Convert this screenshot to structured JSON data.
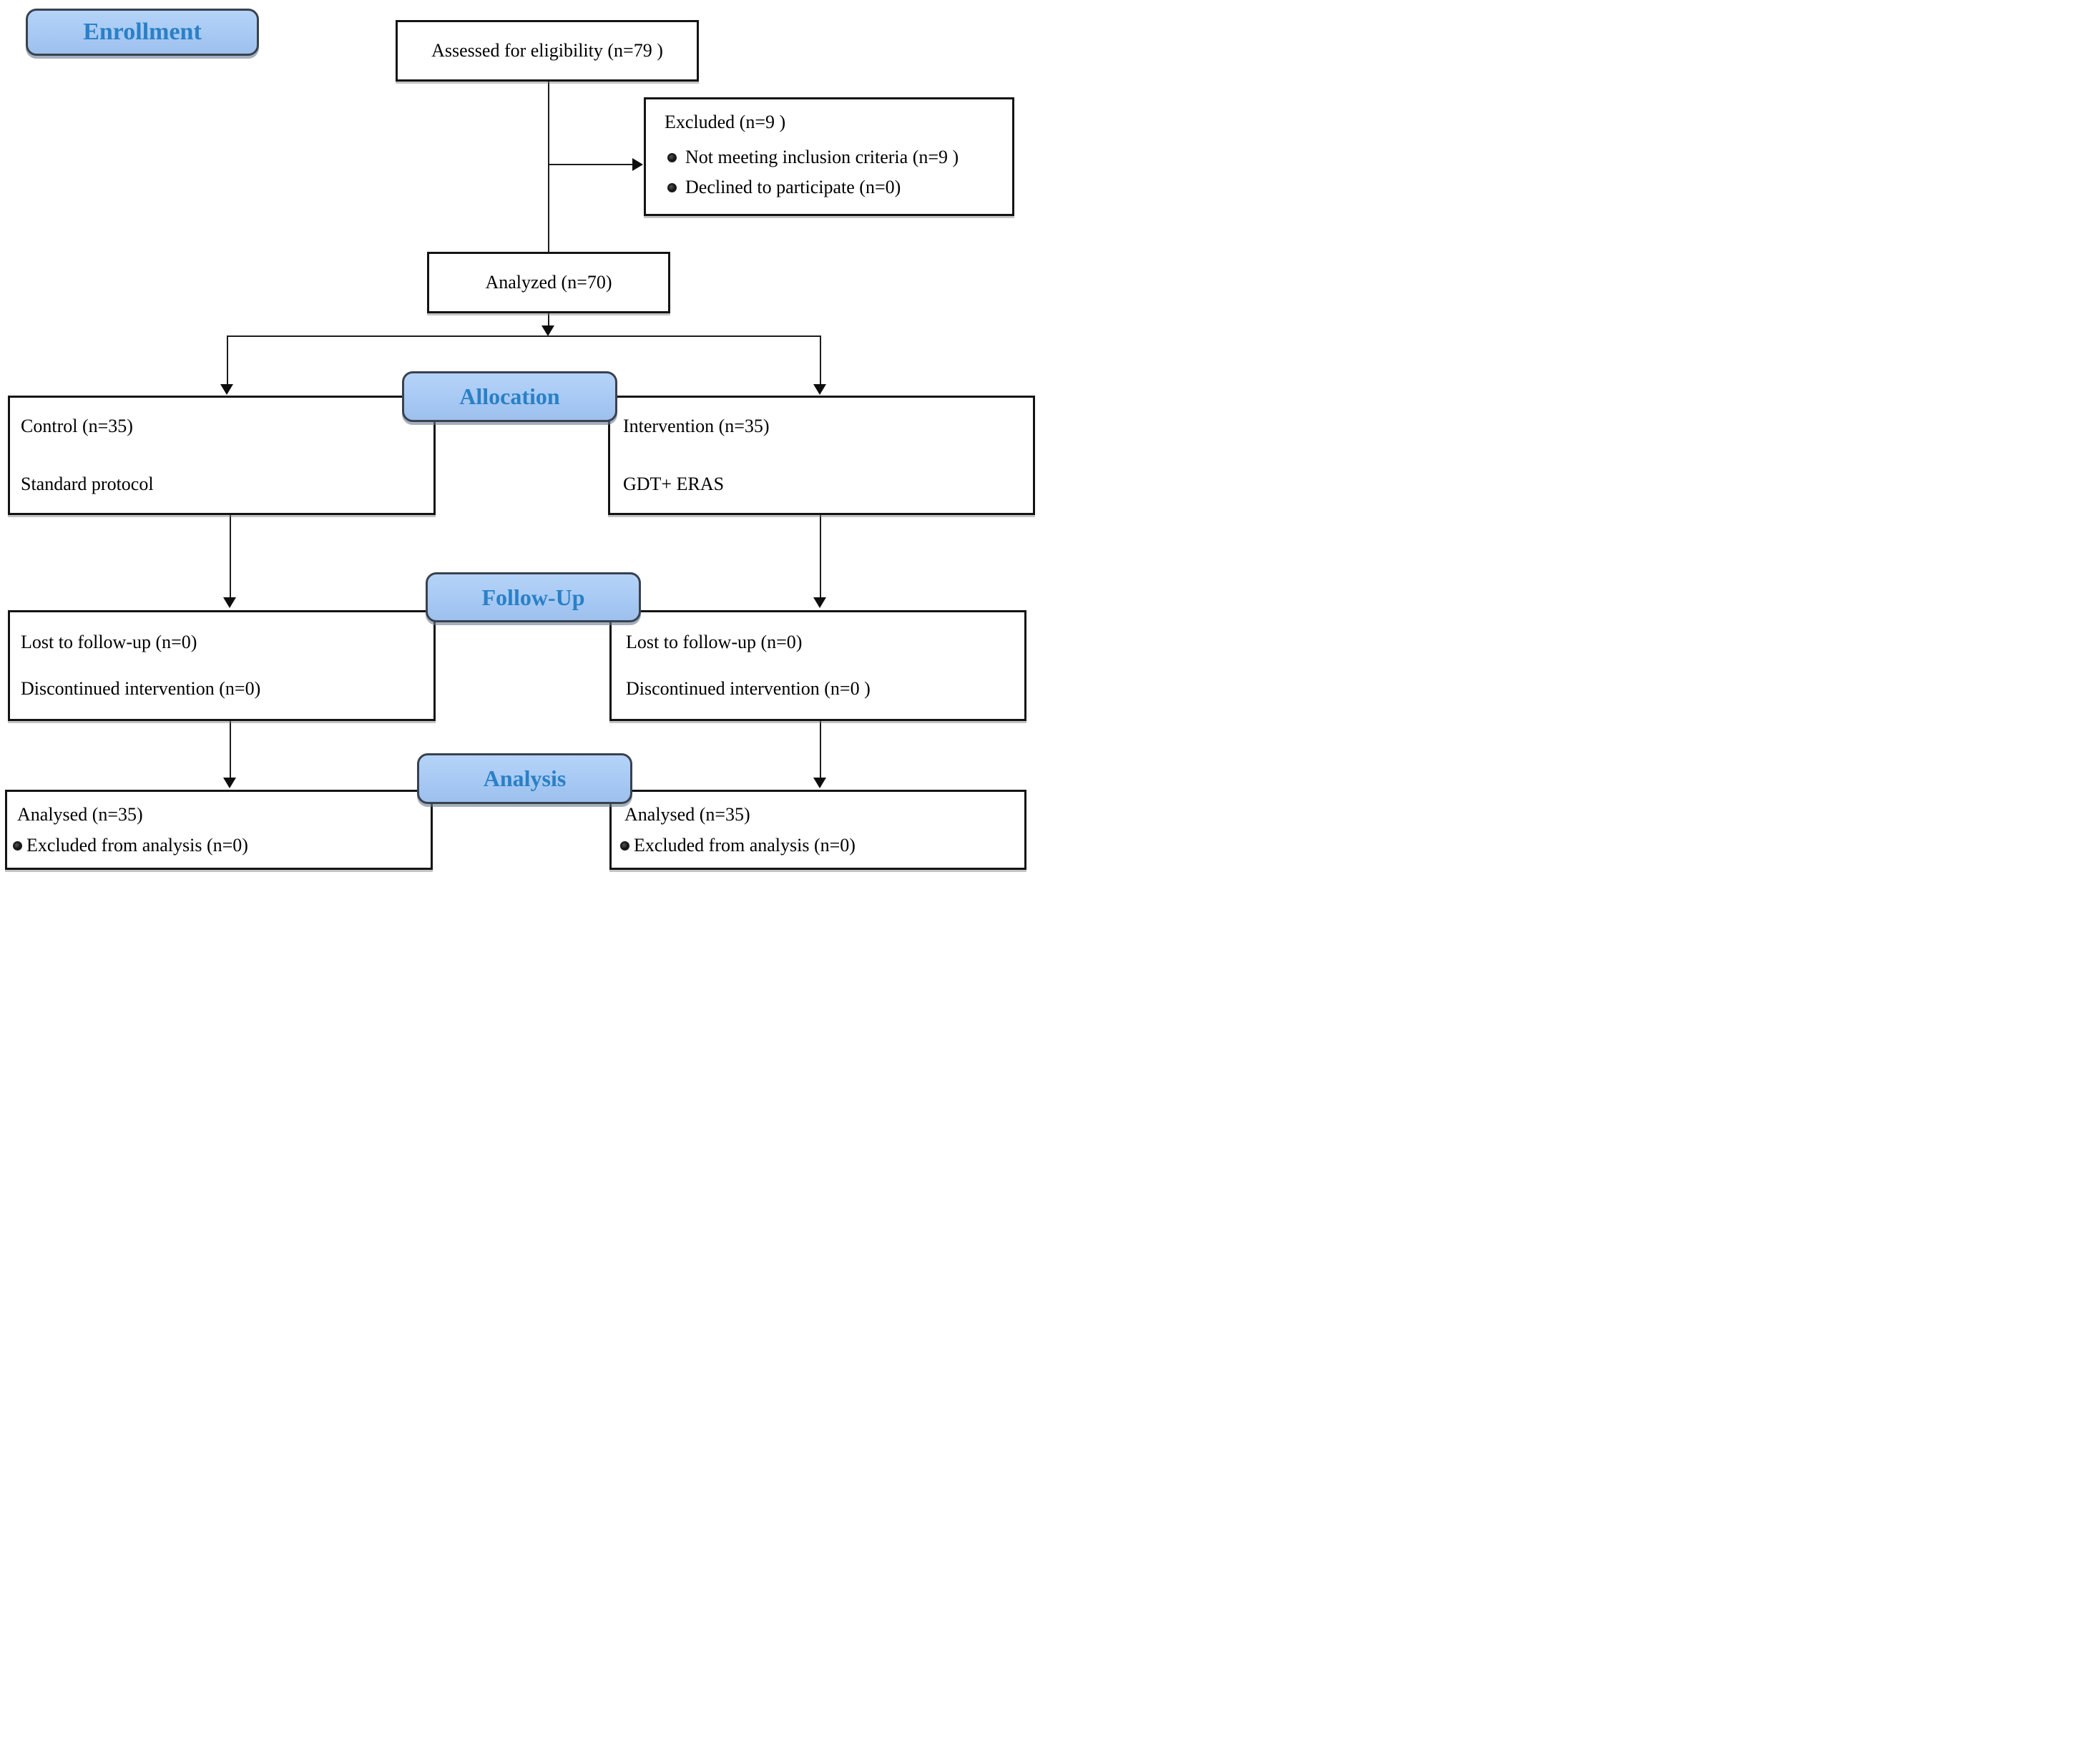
{
  "figure": {
    "type": "consort-flow-diagram",
    "stage_labels": {
      "enrollment": "Enrollment",
      "allocation": "Allocation",
      "followup": "Follow-Up",
      "analysis": "Analysis"
    },
    "boxes": {
      "assessed": {
        "text": "Assessed for eligibility (n=79 )"
      },
      "excluded": {
        "title": "Excluded  (n=9 )",
        "items": [
          "Not meeting inclusion criteria (n=9 )",
          "Declined to participate (n=0)"
        ]
      },
      "analyzed": {
        "text": "Analyzed (n=70)"
      },
      "control": {
        "line1": "Control (n=35)",
        "line2": "Standard protocol"
      },
      "intervention": {
        "line1": "Intervention (n=35)",
        "line2": "GDT+ ERAS"
      },
      "followup_left": {
        "line1": "Lost to follow-up (n=0)",
        "line2": "Discontinued intervention  (n=0)"
      },
      "followup_right": {
        "line1": "Lost to follow-up  (n=0)",
        "line2": "Discontinued intervention (n=0 )"
      },
      "analysis_left": {
        "line1": "Analysed  (n=35)",
        "bullet": "Excluded from analysis (n=0)"
      },
      "analysis_right": {
        "line1": "Analysed  (n=35)",
        "bullet": "Excluded from analysis  (n=0)"
      }
    },
    "colors": {
      "stage_fill": "#A7C9F3",
      "stage_border": "#39424E",
      "stage_text": "#2A80C6",
      "box_border": "#141414",
      "connector": "#1D1D1D",
      "background": "#FFFFFF"
    }
  }
}
